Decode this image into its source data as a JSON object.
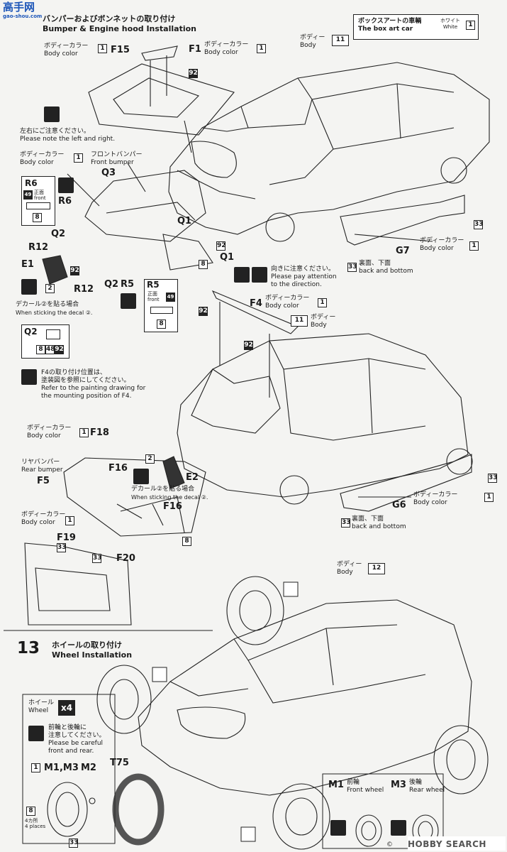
{
  "site_logo": {
    "cn": "高手网",
    "url": "gao-shou.com"
  },
  "watermark": "HOBBY SEARCH",
  "copyright_mark": "©",
  "step12": {
    "title_jp": "バンパーおよびボンネットの取り付け",
    "title_en": "Bumper & Engine hood Installation"
  },
  "box_art": {
    "title_jp": "ボックスアートの車輌",
    "title_en": "The box art car",
    "white_jp": "ホワイト",
    "white_en": "White",
    "white_num": "1"
  },
  "labels": {
    "body_color_jp": "ボディーカラー",
    "body_color_en": "Body color",
    "body_jp": "ボディー",
    "body_en": "Body",
    "front_bumper_jp": "フロントバンパー",
    "front_bumper_en": "Front bumper",
    "rear_bumper_jp": "リヤバンパー",
    "rear_bumper_en": "Rear bumper",
    "front_jp": "正面",
    "front_en": "front",
    "back_bottom_jp": "裏面、下面",
    "back_bottom_en": "back and bottom",
    "note_lr_jp": "左右にご注意ください。",
    "note_lr_en": "Please note the left and right.",
    "direction_jp": "向きに注意ください。",
    "direction_en1": "Please pay attention",
    "direction_en2": "to the direction.",
    "decal_jp": "デカール②を貼る場合",
    "decal_en": "When sticking the decal ②.",
    "f4_jp1": "F4の取り付け位置は、",
    "f4_jp2": "塗装図を参照にしてください。",
    "f4_en1": "Refer to the painting drawing for",
    "f4_en2": "the mounting position of F4."
  },
  "parts": {
    "F15": "F15",
    "F1": "F1",
    "Q3": "Q3",
    "R6": "R6",
    "Q2": "Q2",
    "R12": "R12",
    "E1": "E1",
    "R5": "R5",
    "Q1": "Q1",
    "G7": "G7",
    "F4": "F4",
    "F18": "F18",
    "F16": "F16",
    "F5": "F5",
    "E2": "E2",
    "F19": "F19",
    "F20": "F20",
    "G6": "G6",
    "M1": "M1",
    "M3": "M3",
    "M1M3": "M1,M3",
    "M2": "M2",
    "T75": "T75"
  },
  "numbers": {
    "n1": "1",
    "n2": "2",
    "n8": "8",
    "n11": "11",
    "n12": "12",
    "n33": "33",
    "n48": "48",
    "n49": "49",
    "n92": "92"
  },
  "step13": {
    "num": "13",
    "title_jp": "ホイールの取り付け",
    "title_en": "Wheel Installation",
    "wheel_jp": "ホイール",
    "wheel_en": "Wheel",
    "qty": "x4",
    "note_jp1": "前輪と後輪に",
    "note_jp2": "注意してください。",
    "note_en1": "Please be careful",
    "note_en2": "front and rear.",
    "places_jp": "4カ所",
    "places_en": "4 places",
    "front_wheel_jp": "前輪",
    "front_wheel_en": "Front wheel",
    "rear_wheel_jp": "後輪",
    "rear_wheel_en": "Rear wheel"
  }
}
